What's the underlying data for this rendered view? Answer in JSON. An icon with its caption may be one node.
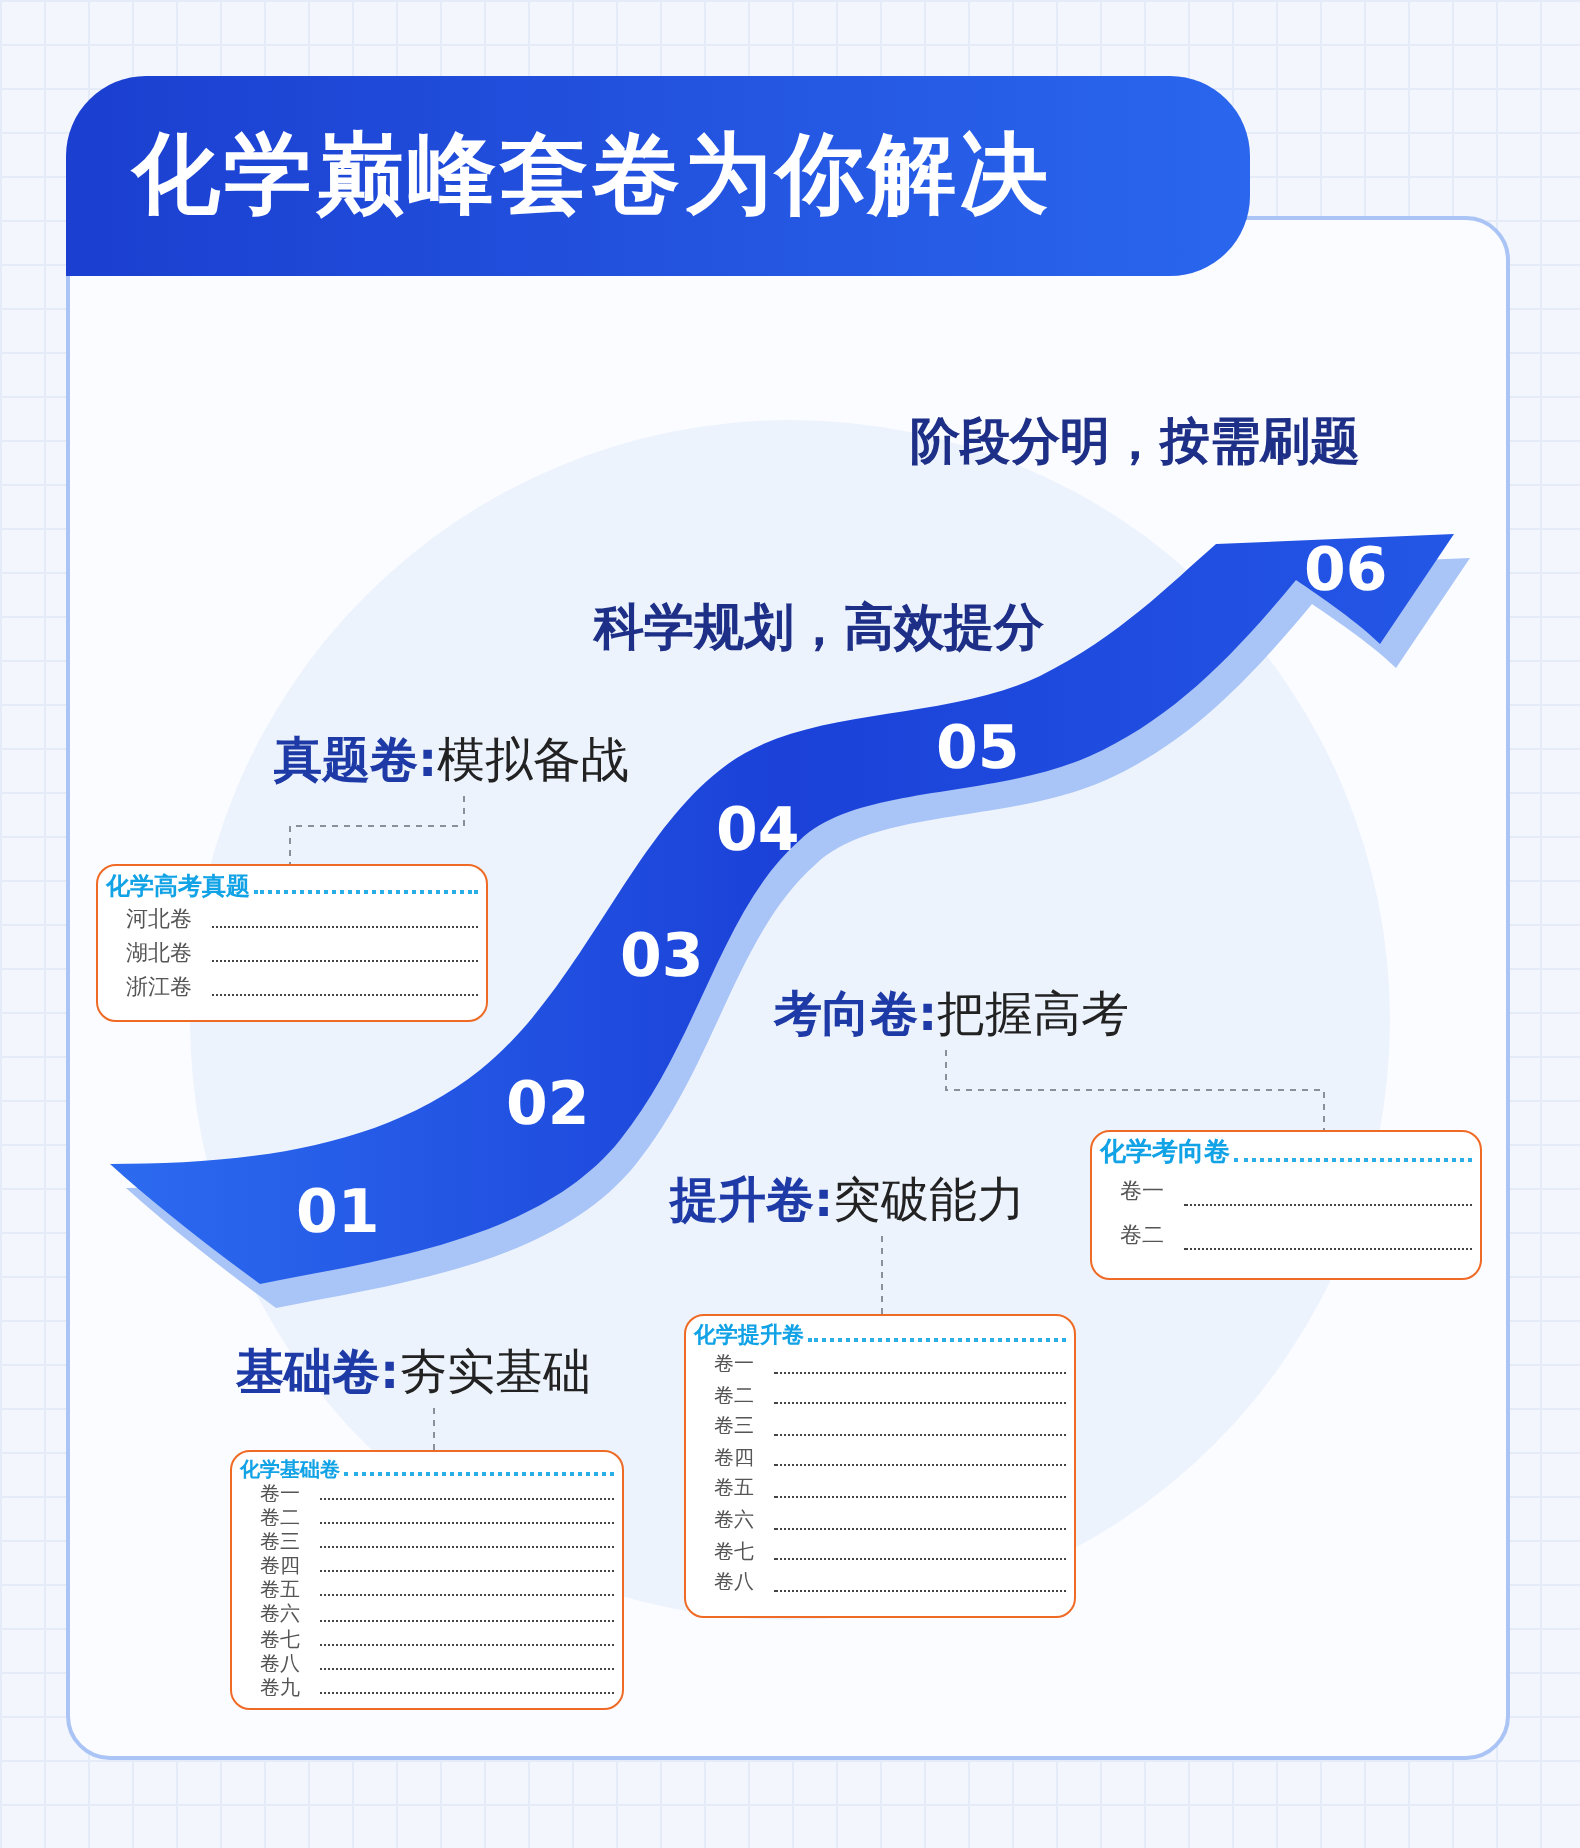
{
  "diagram": {
    "title": "化学巅峰套卷为你解决",
    "nodes": [
      {
        "text": [
          "真题卷:",
          "模拟备战"
        ]
      },
      {
        "text": [
          "化学高考真题",
          "河北卷",
          "湖北卷",
          "浙江卷"
        ]
      },
      {
        "text": [
          "考向卷:",
          "把握高考"
        ]
      },
      {
        "text": [
          "化学考向卷",
          "卷一",
          "卷二"
        ]
      },
      {
        "text": [
          "提升卷:",
          "突破能力"
        ]
      },
      {
        "text": [
          "化学提升卷",
          "卷一",
          "卷二",
          "卷三",
          "卷四",
          "卷五",
          "卷六",
          "卷七",
          "卷八"
        ]
      },
      {
        "text": [
          "基础卷:",
          "夯实基础"
        ]
      },
      {
        "text": [
          "化学基础卷",
          "卷一",
          "卷二",
          "卷三",
          "卷四",
          "卷五",
          "卷六",
          "卷七",
          "卷八",
          "卷九"
        ]
      }
    ],
    "edges": [
      {
        "from": 0,
        "to": 1,
        "arrow": "none",
        "style": "dashed"
      },
      {
        "from": 2,
        "to": 3,
        "arrow": "none",
        "style": "dashed"
      },
      {
        "from": 4,
        "to": 5,
        "arrow": "none",
        "style": "dashed"
      },
      {
        "from": 6,
        "to": 7,
        "arrow": "none",
        "style": "dashed"
      }
    ],
    "labels": [
      "阶段分明，按需刷题",
      "06",
      "科学规划，高效提分",
      "05",
      "04",
      "03",
      "02",
      "01"
    ]
  }
}
